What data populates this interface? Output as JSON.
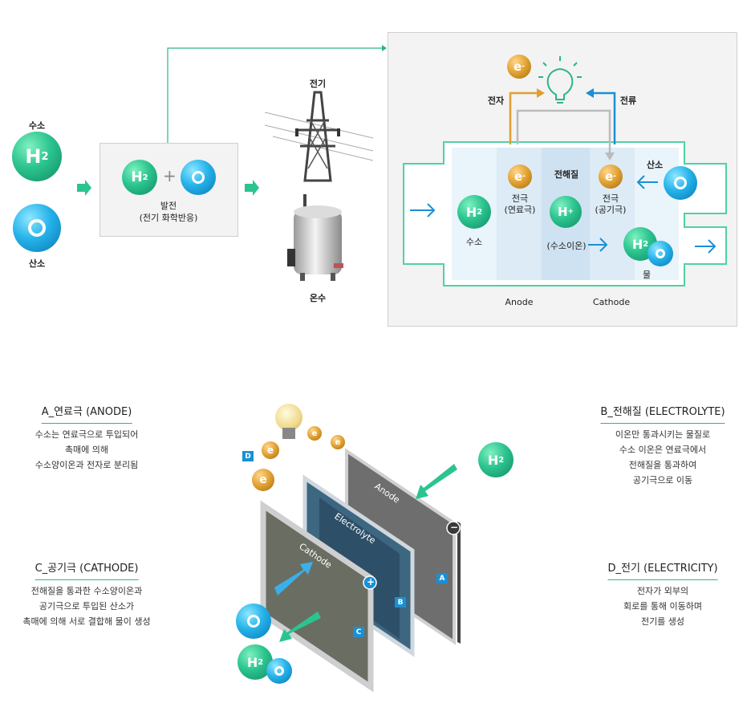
{
  "top": {
    "hydrogen_label": "수소",
    "oxygen_label": "산소",
    "h2_symbol": "H",
    "h2_sub": "2",
    "o_symbol": "O",
    "plus": "+",
    "generation_title": "발전",
    "generation_sub": "(전기 화학반응)",
    "electricity_label": "전기",
    "hot_water_label": "온수"
  },
  "cell_diagram": {
    "electron_symbol": "e",
    "electron_label": "전자",
    "current_label": "전류",
    "electrolyte_label": "전해질",
    "anode_electrode_label": "전극",
    "anode_electrode_sub": "(연료극)",
    "cathode_electrode_label": "전극",
    "cathode_electrode_sub": "(공기극)",
    "oxygen_label": "산소",
    "hydrogen_label": "수소",
    "hydrogen_ion_symbol": "H",
    "hydrogen_ion_label": "(수소이온)",
    "water_label": "물",
    "anode_label": "Anode",
    "cathode_label": "Cathode"
  },
  "bottom": {
    "a_title": "A_연료극 (ANODE)",
    "a_lines": [
      "수소는 연료극으로 투입되어",
      "촉매에 의해",
      "수소양이온과 전자로 분리됨"
    ],
    "b_title": "B_전해질 (ELECTROLYTE)",
    "b_lines": [
      "이온만 통과시키는 물질로",
      "수소 이온은 연료극에서",
      "전해질을 통과하여",
      "공기극으로 이동"
    ],
    "c_title": "C_공기극 (CATHODE)",
    "c_lines": [
      "전해질을 통과한 수소양이온과",
      "공기극으로 투입된 산소가",
      "촉매에 의해 서로 결합해 물이 생성"
    ],
    "d_title": "D_전기 (ELECTRICITY)",
    "d_lines": [
      "전자가 외부의",
      "회로를 통해 이동하며",
      "전기를 생성"
    ],
    "plate_anode": "Anode",
    "plate_electrolyte": "Electrolyte",
    "plate_cathode": "Cathode",
    "tag_a": "A",
    "tag_b": "B",
    "tag_c": "C",
    "tag_d": "D",
    "minus": "−",
    "plus": "+"
  },
  "colors": {
    "accent_green": "#2bb58a",
    "accent_blue": "#1a8fd6",
    "electron_gold": "#e0a030",
    "ion_green": "#20b070",
    "cell_outline": "#4fd1a5"
  }
}
